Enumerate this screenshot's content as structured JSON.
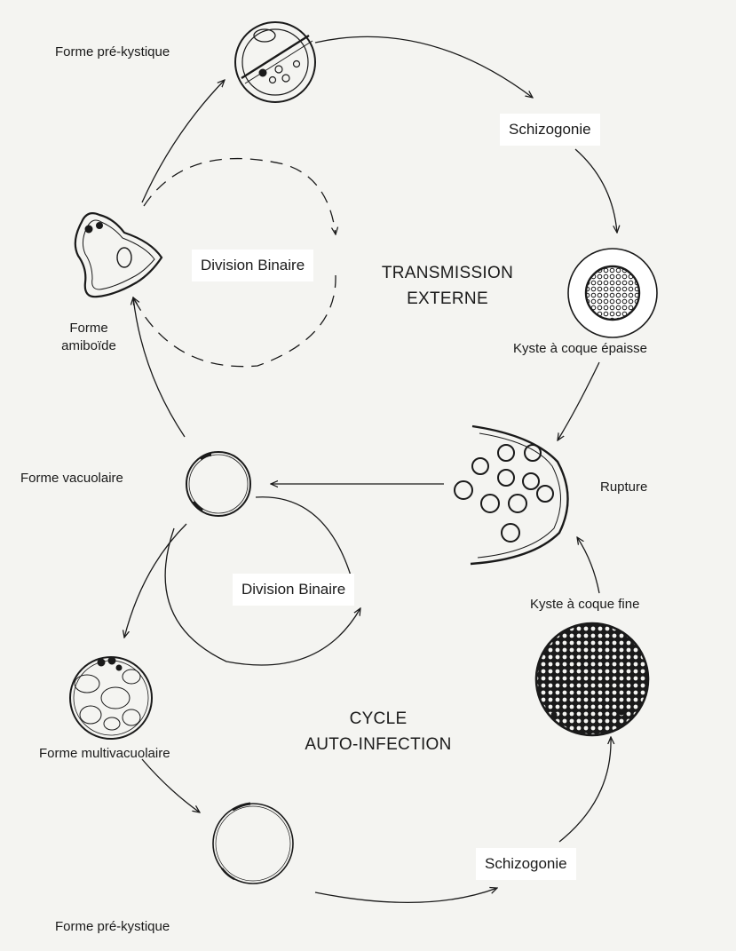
{
  "labels": {
    "pre_kystique_top": "Forme pré-kystique",
    "schizogonie_top": "Schizogonie",
    "kyste_epaisse": "Kyste à coque épaisse",
    "division_binaire_top": "Division Binaire",
    "transmission": "TRANSMISSION",
    "externe": "EXTERNE",
    "forme_amiboide_1": "Forme",
    "forme_amiboide_2": "amiboïde",
    "rupture": "Rupture",
    "forme_vacuolaire": "Forme vacuolaire",
    "division_binaire_bottom": "Division Binaire",
    "kyste_fine": "Kyste à coque fine",
    "forme_multivacuolaire": "Forme multivacuolaire",
    "cycle": "CYCLE",
    "auto_infection": "AUTO-INFECTION",
    "schizogonie_bottom": "Schizogonie",
    "pre_kystique_bottom": "Forme pré-kystique"
  },
  "colors": {
    "ink": "#1a1a1a",
    "background": "#f4f4f1",
    "label_box": "#ffffff"
  }
}
